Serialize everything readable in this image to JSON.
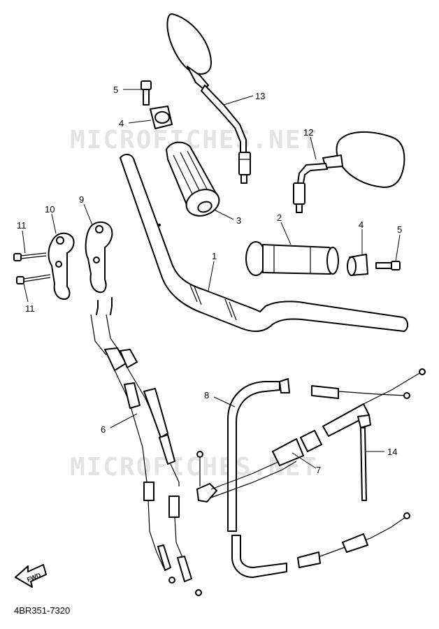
{
  "watermarks": [
    "MICROFICHES.NET",
    "MICROFICHES.NET"
  ],
  "callouts": {
    "c1": "1",
    "c2": "2",
    "c3": "3",
    "c4a": "4",
    "c4b": "4",
    "c5a": "5",
    "c5b": "5",
    "c6": "6",
    "c7": "7",
    "c8": "8",
    "c9": "9",
    "c10": "10",
    "c11a": "11",
    "c11b": "11",
    "c12": "12",
    "c13": "13",
    "c14": "14"
  },
  "fwd_label": "FWD",
  "diagram_code": "4BR351-7320"
}
